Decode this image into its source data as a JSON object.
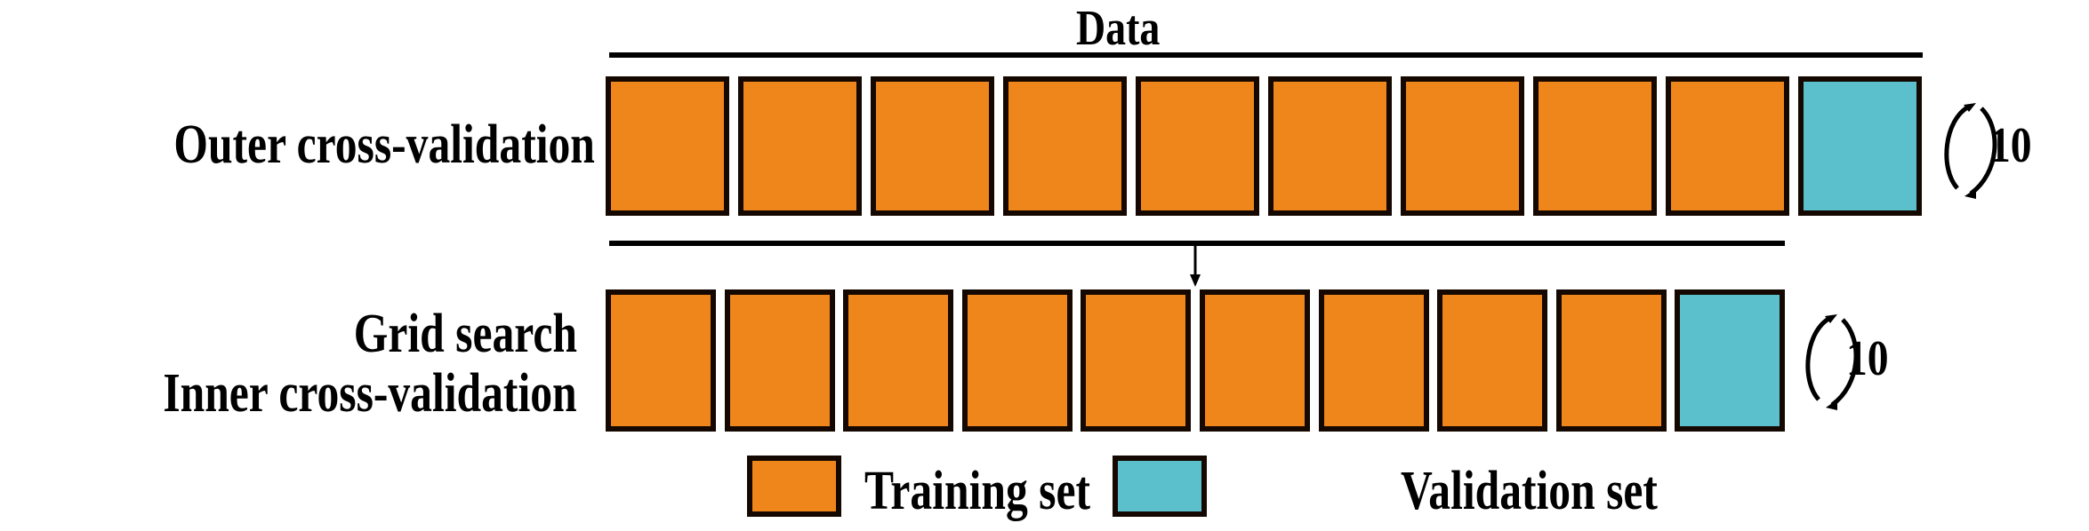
{
  "title": "Data",
  "colors": {
    "training": "#EF861C",
    "validation": "#5BBFCC",
    "border": "#140800",
    "line": "#000000"
  },
  "outer": {
    "label": "Outer cross-validation",
    "repeat_count": "10",
    "blocks": [
      "training",
      "training",
      "training",
      "training",
      "training",
      "training",
      "training",
      "training",
      "training",
      "validation"
    ]
  },
  "inner": {
    "label_line1": "Grid search",
    "label_line2": "Inner cross-validation",
    "repeat_count": "10",
    "blocks": [
      "training",
      "training",
      "training",
      "training",
      "training",
      "training",
      "training",
      "training",
      "training",
      "validation"
    ]
  },
  "legend": {
    "training_label": "Training set",
    "validation_label": "Validation set"
  }
}
